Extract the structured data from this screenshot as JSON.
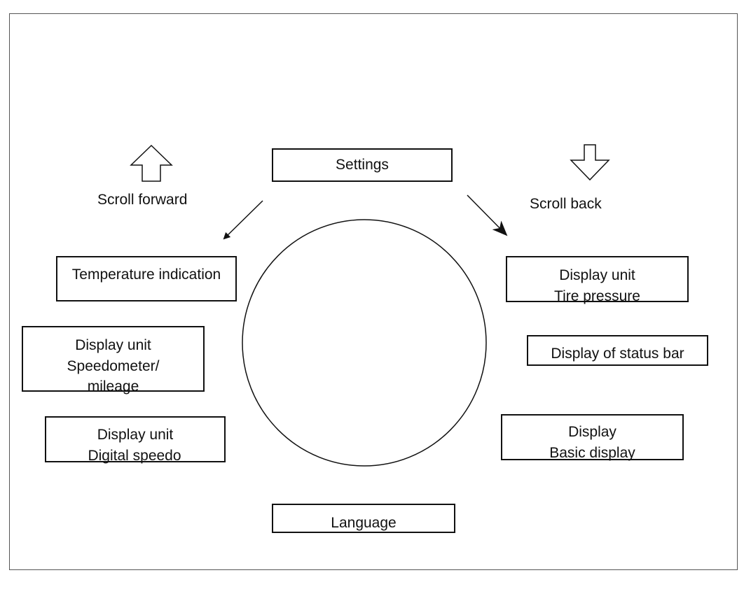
{
  "diagram": {
    "hub": {
      "label": "Settings"
    },
    "scroll_forward": {
      "label": "Scroll forward",
      "icon": "arrow-up-outline-icon"
    },
    "scroll_back": {
      "label": "Scroll back",
      "icon": "arrow-down-outline-icon"
    },
    "left_items": [
      {
        "lines": [
          "Temperature indication"
        ]
      },
      {
        "lines": [
          "Display unit",
          "Speedometer/",
          "mileage"
        ]
      },
      {
        "lines": [
          "Display unit",
          "Digital speedo"
        ]
      }
    ],
    "right_items": [
      {
        "lines": [
          "Display unit",
          "Tire pressure"
        ]
      },
      {
        "lines": [
          "Display of status bar"
        ]
      },
      {
        "lines": [
          "Display",
          "Basic display"
        ]
      }
    ],
    "bottom_item": {
      "label": "Language"
    },
    "colors": {
      "stroke": "#111111",
      "frame": "#555555",
      "background": "#ffffff"
    }
  }
}
